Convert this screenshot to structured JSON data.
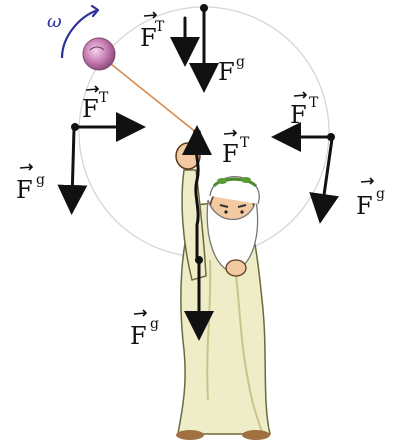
{
  "colors": {
    "ink": "#111111",
    "omega": "#2c2f9c",
    "string": "#d9894a",
    "ball": "#c77bb3",
    "circle": "#d4d4d4",
    "robe": "#efedc8",
    "robe_shadow": "#d7d3a2",
    "skin": "#f2c9a0"
  },
  "labels": {
    "omega": "ω",
    "F": "F",
    "T": "T",
    "g": "g"
  },
  "icons": [
    "rotating-ball-icon",
    "old-man-figure-icon"
  ]
}
